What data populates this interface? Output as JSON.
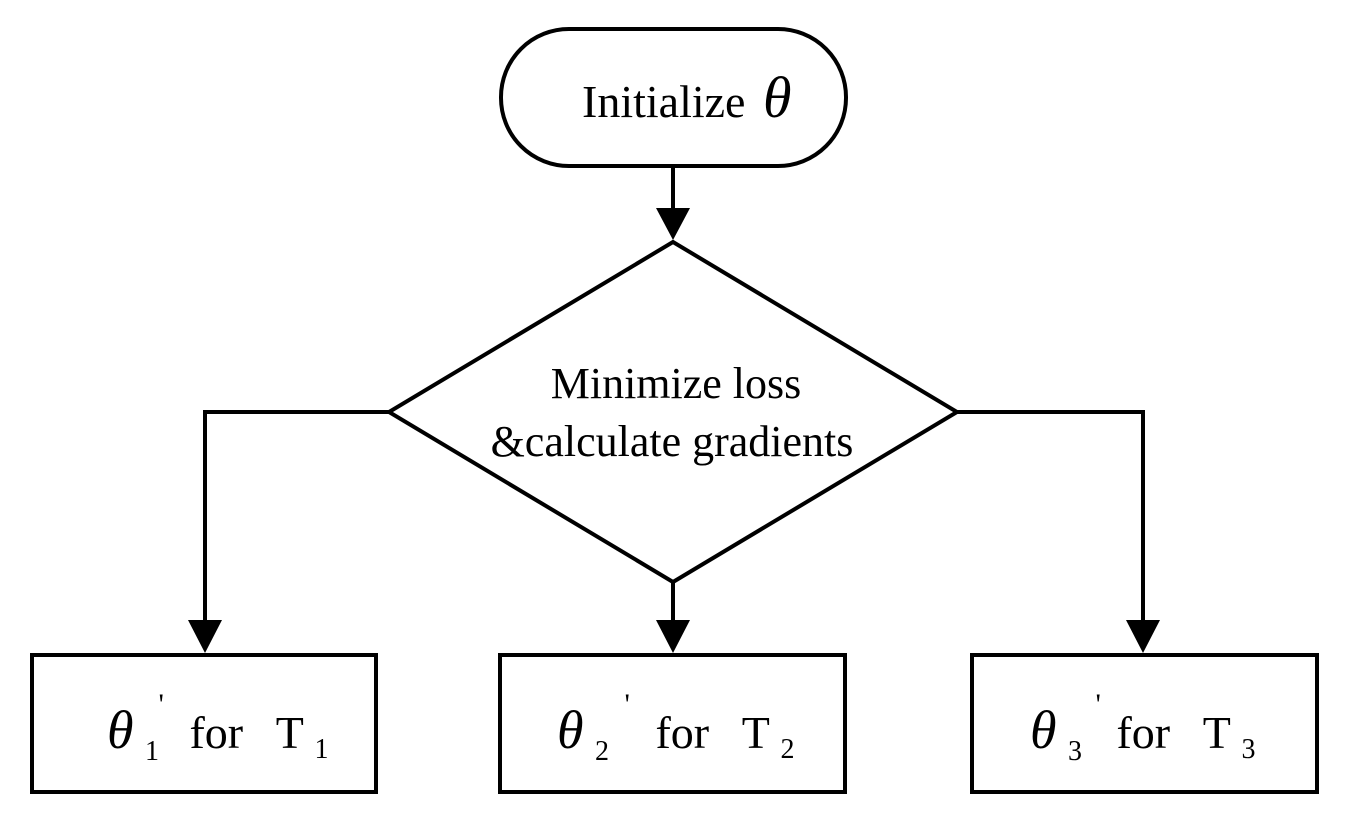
{
  "start_node": {
    "label": "Initialize",
    "symbol": "θ"
  },
  "decision_node": {
    "line1": "Minimize loss",
    "line2": "&calculate gradients"
  },
  "outputs": [
    {
      "symbol": "θ",
      "subscript": "1",
      "prime": "'",
      "word": "for",
      "task": "T",
      "task_subscript": "1"
    },
    {
      "symbol": "θ",
      "subscript": "2",
      "prime": "'",
      "word": "for",
      "task": "T",
      "task_subscript": "2"
    },
    {
      "symbol": "θ",
      "subscript": "3",
      "prime": "'",
      "word": "for",
      "task": "T",
      "task_subscript": "3"
    }
  ]
}
